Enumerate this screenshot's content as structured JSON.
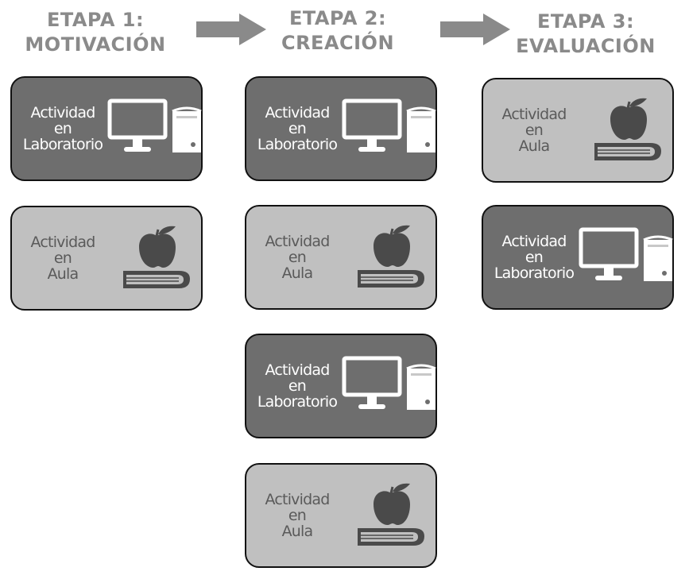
{
  "stages": [
    {
      "line1": "ETAPA 1:",
      "line2": "MOTIVACIÓN"
    },
    {
      "line1": "ETAPA 2:",
      "line2": "CREACIÓN"
    },
    {
      "line1": "ETAPA 3:",
      "line2": "EVALUACIÓN"
    }
  ],
  "lab_card": {
    "line1": "Actividad",
    "line2": "en",
    "line3": "Laboratorio",
    "icon": "computer-icon"
  },
  "aula_card": {
    "line1": "Actividad",
    "line2": "en",
    "line3": "Aula",
    "icon": "apple-book-icon"
  },
  "colors": {
    "title": "#8a8a8a",
    "arrow": "#8a8a8a",
    "lab_card": "#6e6e6e",
    "aula_card": "#c0c0c0",
    "border": "#111111"
  }
}
